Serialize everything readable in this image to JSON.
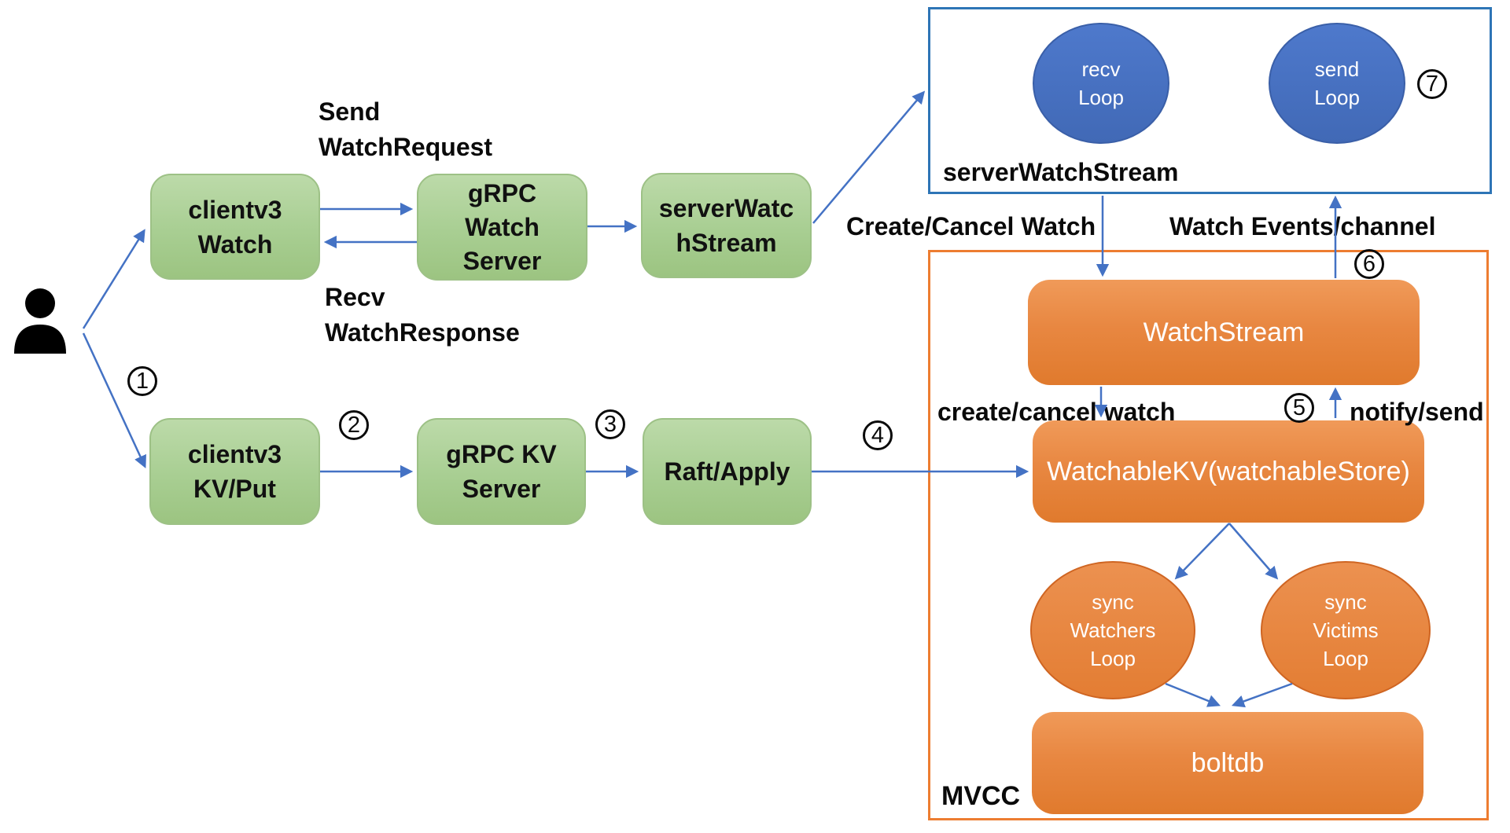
{
  "diagram_type": "etcd-watch-architecture",
  "colors": {
    "green_node_fill": "#a8ce92",
    "orange_node_fill": "#e88741",
    "blue_ellipse_fill": "#4a74c6",
    "blue_container_border": "#2e75b6",
    "orange_container_border": "#ed7d31",
    "arrow": "#4472c4",
    "text": "#0a0a0a"
  },
  "nodes": {
    "clientv3_watch": "clientv3\nWatch",
    "grpc_watch_server": "gRPC\nWatch\nServer",
    "server_watchstream_box": "serverWatc\nhStream",
    "clientv3_kv_put": "clientv3\nKV/Put",
    "grpc_kv_server": "gRPC KV\nServer",
    "raft_apply": "Raft/Apply",
    "recv_loop": "recv\nLoop",
    "send_loop": "send\nLoop",
    "watch_stream": "WatchStream",
    "watchable_kv": "WatchableKV(watchableStore)",
    "sync_watchers_loop": "sync\nWatchers\nLoop",
    "sync_victims_loop": "sync\nVictims\nLoop",
    "boltdb": "boltdb"
  },
  "containers": {
    "server_watch_stream": "serverWatchStream",
    "mvcc": "MVCC"
  },
  "edge_labels": {
    "send_watch_request": "Send\nWatchRequest",
    "recv_watch_response": "Recv\nWatchResponse",
    "create_cancel_watch_upper": "Create/Cancel Watch",
    "watch_events_channel": "Watch Events/channel",
    "create_cancel_watch_lower": "create/cancel watch",
    "notify_send": "notify/send"
  },
  "steps": [
    "1",
    "2",
    "3",
    "4",
    "5",
    "6",
    "7"
  ]
}
